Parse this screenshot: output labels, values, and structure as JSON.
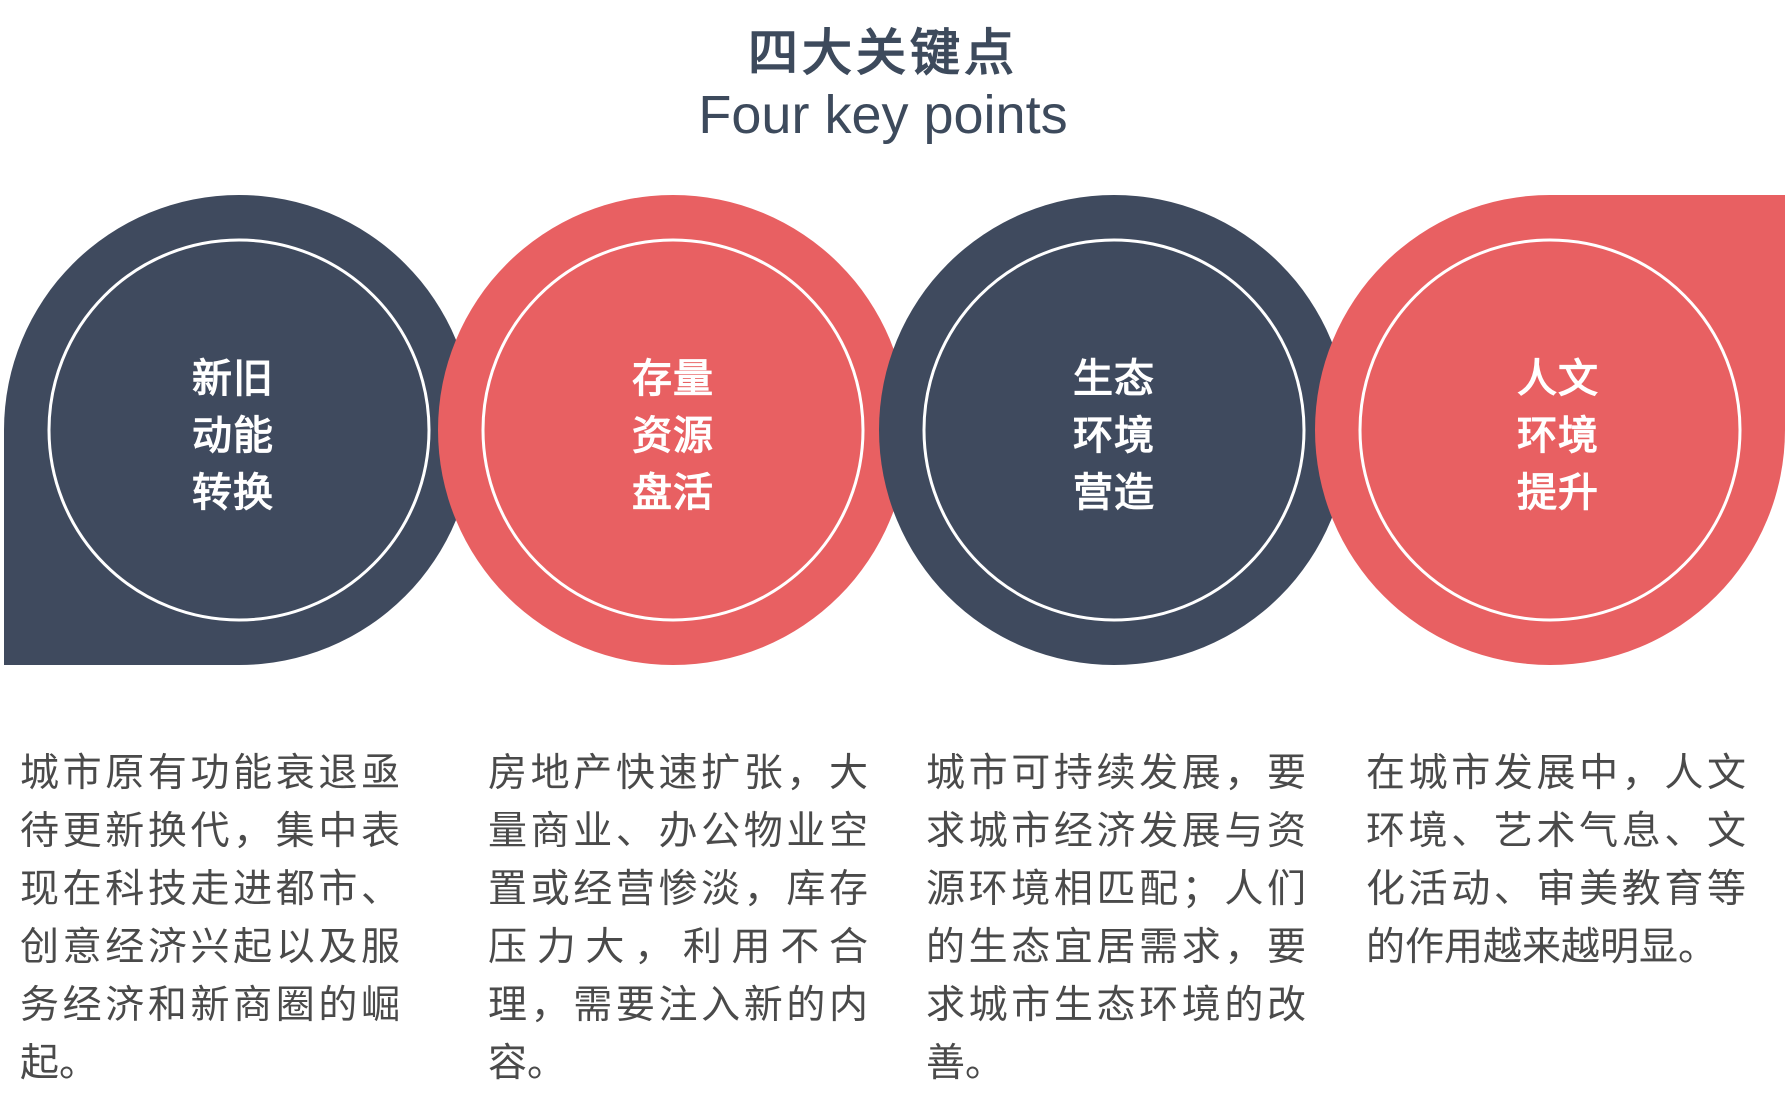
{
  "title": {
    "cn": "四大关键点",
    "en": "Four key points"
  },
  "colors": {
    "dark": "#3f4a5e",
    "red": "#e86062",
    "text": "#4a4a4a"
  },
  "points": [
    {
      "label_lines": [
        "新旧",
        "动能",
        "转换"
      ],
      "description": "城市原有功能衰退亟待更新换代，集中表现在科技走进都市、创意经济兴起以及服务经济和新商圈的崛起。"
    },
    {
      "label_lines": [
        "存量",
        "资源",
        "盘活"
      ],
      "description": "房地产快速扩张，大量商业、办公物业空置或经营惨淡，库存压力大，利用不合理，需要注入新的内容。"
    },
    {
      "label_lines": [
        "生态",
        "环境",
        "营造"
      ],
      "description": "城市可持续发展，要求城市经济发展与资源环境相匹配；人们的生态宜居需求，要求城市生态环境的改善。"
    },
    {
      "label_lines": [
        "人文",
        "环境",
        "提升"
      ],
      "description": "在城市发展中，人文环境、艺术气息、文化活动、审美教育等的作用越来越明显。"
    }
  ]
}
